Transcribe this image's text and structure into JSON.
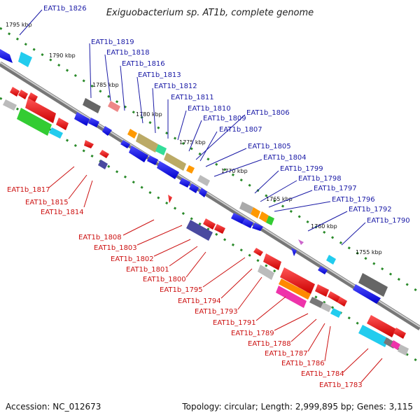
{
  "title": "Exiguobacterium sp. AT1b, complete genome",
  "accession": "Accession: NC_012673",
  "topology": "Topology: circular; Length: 2,999,895 bp; Genes: 3,115",
  "kbp_labels": [
    "1795 kbp",
    "1790 kbp",
    "1785 kbp",
    "1780 kbp",
    "1775 kbp",
    "1770 kbp",
    "1765 kbp",
    "1760 kbp",
    "1755 kbp"
  ],
  "top_labels": [
    "EAT1b_1826",
    "EAT1b_1819",
    "EAT1b_1818",
    "EAT1b_1816",
    "EAT1b_1813",
    "EAT1b_1812",
    "EAT1b_1811",
    "EAT1b_1810",
    "EAT1b_1809",
    "EAT1b_1806",
    "EAT1b_1807",
    "EAT1b_1805",
    "EAT1b_1804",
    "EAT1b_1799",
    "EAT1b_1798",
    "EAT1b_1797",
    "EAT1b_1796",
    "EAT1b_1792",
    "EAT1b_1790"
  ],
  "bottom_labels": [
    "EAT1b_1817",
    "EAT1b_1815",
    "EAT1b_1814",
    "EAT1b_1808",
    "EAT1b_1803",
    "EAT1b_1802",
    "EAT1b_1801",
    "EAT1b_1800",
    "EAT1b_1795",
    "EAT1b_1794",
    "EAT1b_1793",
    "EAT1b_1791",
    "EAT1b_1789",
    "EAT1b_1788",
    "EAT1b_1787",
    "EAT1b_1786",
    "EAT1b_1784",
    "EAT1b_1783"
  ],
  "colors": {
    "forward": "#1111ee",
    "reverse": "#ee1111",
    "top_label": "#1a1aa6",
    "bottom_label": "#cc1111",
    "backbone": "#888888"
  }
}
